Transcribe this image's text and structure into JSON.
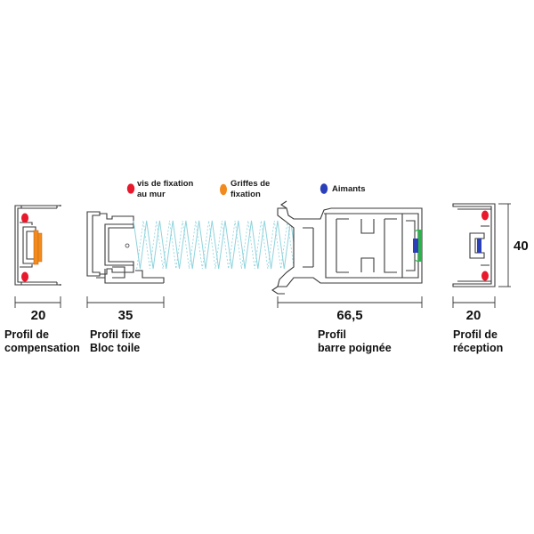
{
  "legend": {
    "screw": {
      "label_line1": "vis de fixation",
      "label_line2": "au mur",
      "color": "#e8192c"
    },
    "claws": {
      "label_line1": "Griffes de",
      "label_line2": "fixation",
      "color": "#f28a1e"
    },
    "magnets": {
      "label": "Aimants",
      "color": "#2a3fb8"
    }
  },
  "dimensions": {
    "compensation": "20",
    "fixed": "35",
    "handle": "66,5",
    "reception": "20",
    "height": "40"
  },
  "captions": {
    "compensation": {
      "line1": "Profil de",
      "line2": "compensation"
    },
    "fixed": {
      "line1": "Profil fixe",
      "line2": "Bloc toile"
    },
    "handle": {
      "line1": "Profil",
      "line2": "barre poignée"
    },
    "reception": {
      "line1": "Profil de",
      "line2": "réception"
    }
  },
  "colors": {
    "profile_stroke": "#3a3a3a",
    "mesh": "#8fd3dd",
    "seal_green": "#2bb34a",
    "screw": "#e8192c",
    "claws": "#f28a1e",
    "magnet": "#2a3fb8"
  }
}
